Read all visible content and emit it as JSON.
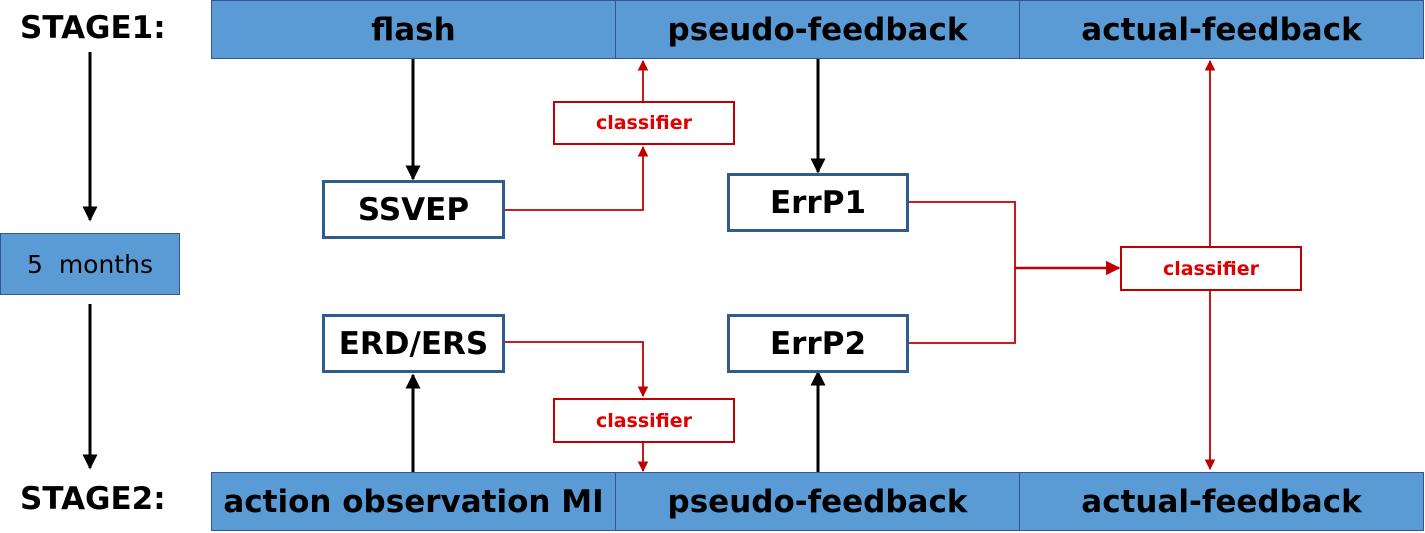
{
  "stage1": {
    "label": "STAGE1:",
    "cells": [
      "flash",
      "pseudo-feedback",
      "actual-feedback"
    ]
  },
  "stage2": {
    "label": "STAGE2:",
    "cells": [
      "action observation MI",
      "pseudo-feedback",
      "actual-feedback"
    ]
  },
  "timeline": {
    "interval": "5  months"
  },
  "nodes": {
    "ssvep": "SSVEP",
    "erd_ers": "ERD/ERS",
    "errp1": "ErrP1",
    "errp2": "ErrP2"
  },
  "classifiers": {
    "top": "classifier",
    "bottom": "classifier",
    "right": "classifier"
  },
  "colors": {
    "bar_fill": "#5b9bd5",
    "node_border": "#2f5c8c",
    "classifier_red": "#c00000",
    "arrow_black": "#000000"
  }
}
